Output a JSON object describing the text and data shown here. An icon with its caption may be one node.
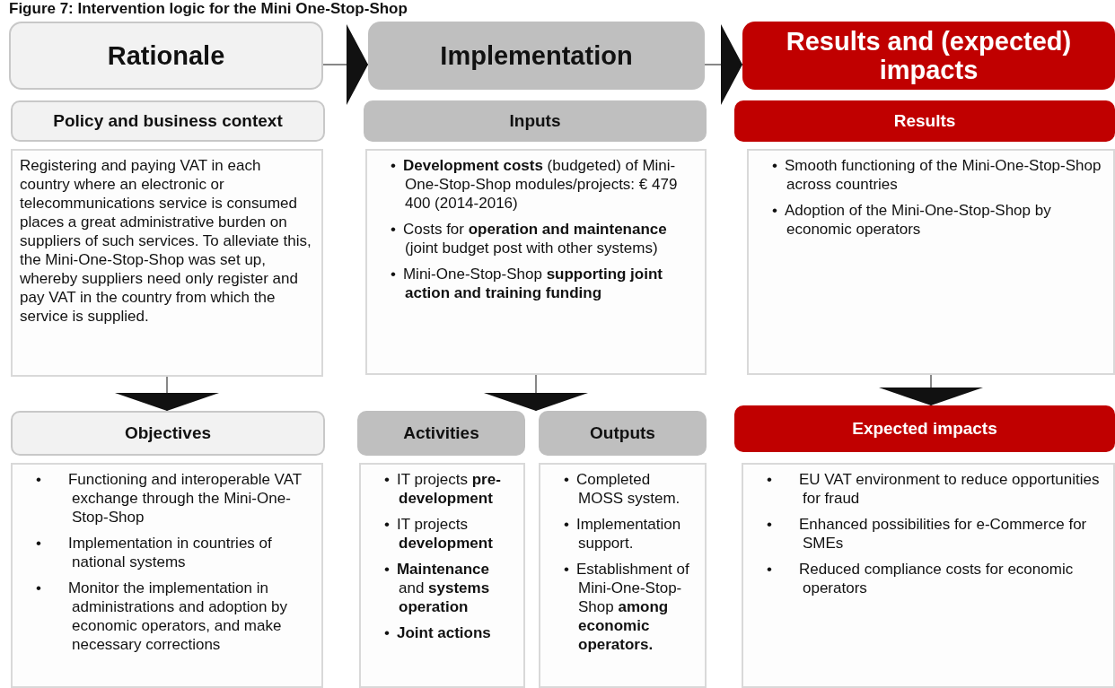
{
  "diagram": {
    "title": "Figure 7: Intervention logic for the Mini One-Stop-Shop",
    "nodes": [
      {
        "text": [
          "Rationale"
        ]
      },
      {
        "text": [
          "Implementation"
        ]
      },
      {
        "text": [
          "Results and (expected) impacts"
        ]
      },
      {
        "text": [
          "Policy and business context"
        ]
      },
      {
        "text": [
          "Registering and paying VAT in each country where an electronic or telecommunications service is consumed places a great administrative burden on suppliers of such services. To alleviate this, the Mini-One-Stop-Shop was set up, whereby suppliers need only register and pay VAT in the country from which the service is supplied."
        ]
      },
      {
        "text": [
          "Inputs"
        ]
      },
      {
        "text": [
          "• **Development costs** (budgeted) of Mini-One-Stop-Shop modules/projects: € 479 400 (2014-2016)",
          "• Costs for **operation and maintenance** (joint budget post with other systems)",
          "• Mini-One-Stop-Shop **supporting joint action and training funding**"
        ]
      },
      {
        "text": [
          "Results"
        ]
      },
      {
        "text": [
          "• Smooth functioning of the Mini-One-Stop-Shop across countries",
          "• Adoption of the Mini-One-Stop-Shop by economic operators"
        ]
      },
      {
        "text": [
          "Objectives"
        ]
      },
      {
        "text": [
          "• Functioning and interoperable VAT exchange through the Mini-One-Stop-Shop",
          "• Implementation in countries of national systems",
          "• Monitor the implementation in administrations and adoption by economic operators, and make necessary corrections"
        ]
      },
      {
        "text": [
          "Activities"
        ]
      },
      {
        "text": [
          "• IT projects **pre-development**",
          "• IT projects **development**",
          "• **Maintenance** and **systems operation**",
          "• **Joint actions**"
        ]
      },
      {
        "text": [
          "Outputs"
        ]
      },
      {
        "text": [
          "• Completed MOSS system.",
          "• Implementation support.",
          "• Establishment of Mini-One-Stop-Shop **among economic operators.**"
        ]
      },
      {
        "text": [
          "Expected impacts"
        ]
      },
      {
        "text": [
          "• EU VAT environment to reduce opportunities for fraud",
          "• Enhanced possibilities for e-Commerce for SMEs",
          "• Reduced compliance costs for economic operators"
        ]
      }
    ],
    "edges": [
      {
        "from": 0,
        "to": 1,
        "arrow": "to"
      },
      {
        "from": 1,
        "to": 2,
        "arrow": "to"
      },
      {
        "from": 4,
        "to": 9,
        "arrow": "to"
      },
      {
        "from": 6,
        "to": 11,
        "arrow": "to"
      },
      {
        "from": 6,
        "to": 13,
        "arrow": "to"
      },
      {
        "from": 8,
        "to": 15,
        "arrow": "to"
      }
    ]
  }
}
